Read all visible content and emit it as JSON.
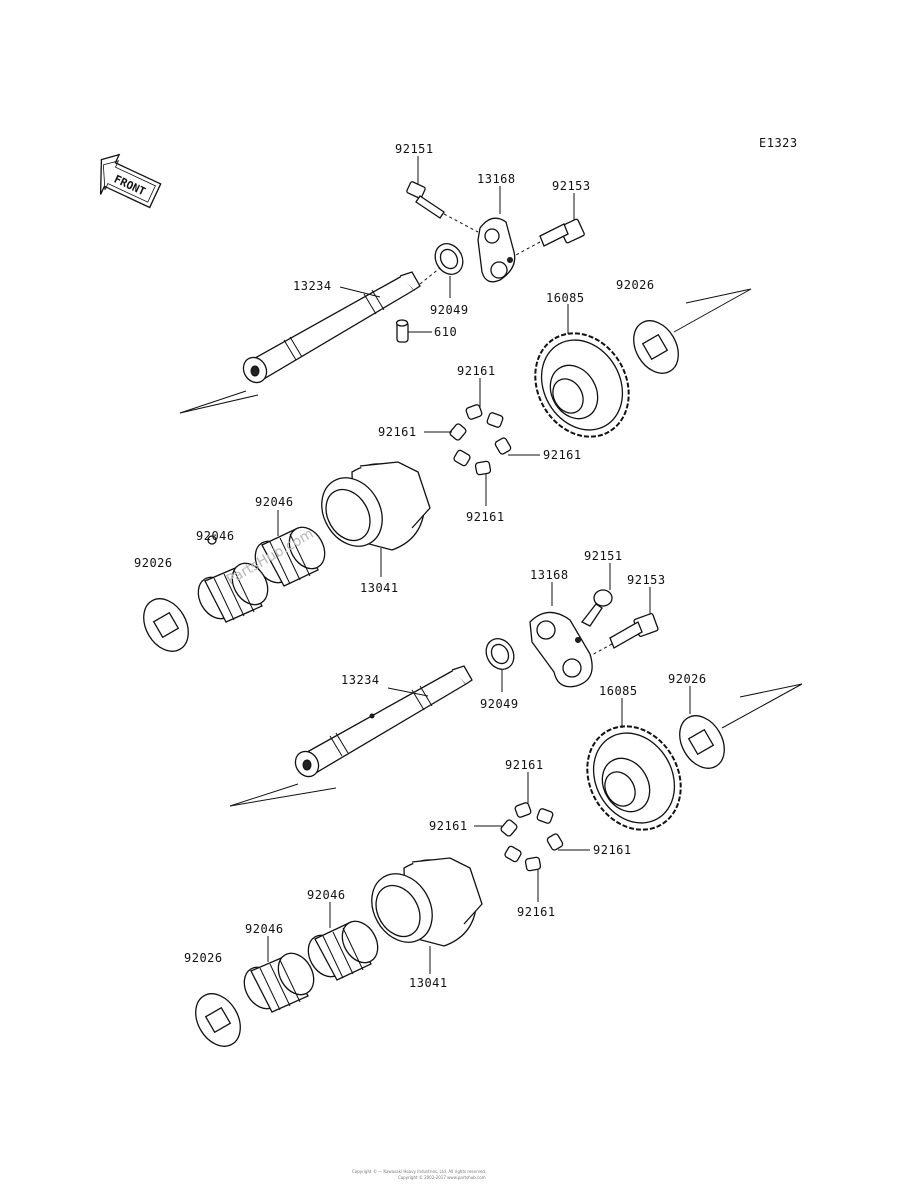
{
  "diagram_id": "E1323",
  "front_label": "FRONT",
  "watermark": "PartsHub.com",
  "copyright_lines": [
    "Copyright ©  — Kawasaki Heavy Industries, Ltd. All rights reserved.",
    "Copyright © 2002-2017 www.partshub.com"
  ],
  "labels": [
    {
      "id": "u-92151",
      "text": "92151"
    },
    {
      "id": "u-13168",
      "text": "13168"
    },
    {
      "id": "u-92153",
      "text": "92153"
    },
    {
      "id": "u-13234",
      "text": "13234"
    },
    {
      "id": "u-92049",
      "text": "92049"
    },
    {
      "id": "u-610",
      "text": "610"
    },
    {
      "id": "u-16085",
      "text": "16085"
    },
    {
      "id": "u-92026a",
      "text": "92026"
    },
    {
      "id": "u-92161t",
      "text": "92161"
    },
    {
      "id": "u-92161l",
      "text": "92161"
    },
    {
      "id": "u-92161r",
      "text": "92161"
    },
    {
      "id": "u-92161b",
      "text": "92161"
    },
    {
      "id": "u-92046a",
      "text": "92046"
    },
    {
      "id": "u-92046b",
      "text": "92046"
    },
    {
      "id": "u-92026b",
      "text": "92026"
    },
    {
      "id": "u-13041",
      "text": "13041"
    },
    {
      "id": "l-13168",
      "text": "13168"
    },
    {
      "id": "l-92151",
      "text": "92151"
    },
    {
      "id": "l-92153",
      "text": "92153"
    },
    {
      "id": "l-13234",
      "text": "13234"
    },
    {
      "id": "l-92049",
      "text": "92049"
    },
    {
      "id": "l-16085",
      "text": "16085"
    },
    {
      "id": "l-92026a",
      "text": "92026"
    },
    {
      "id": "l-92161t",
      "text": "92161"
    },
    {
      "id": "l-92161l",
      "text": "92161"
    },
    {
      "id": "l-92161r",
      "text": "92161"
    },
    {
      "id": "l-92161b",
      "text": "92161"
    },
    {
      "id": "l-92046a",
      "text": "92046"
    },
    {
      "id": "l-92046b",
      "text": "92046"
    },
    {
      "id": "l-92026b",
      "text": "92026"
    },
    {
      "id": "l-13041",
      "text": "13041"
    }
  ]
}
